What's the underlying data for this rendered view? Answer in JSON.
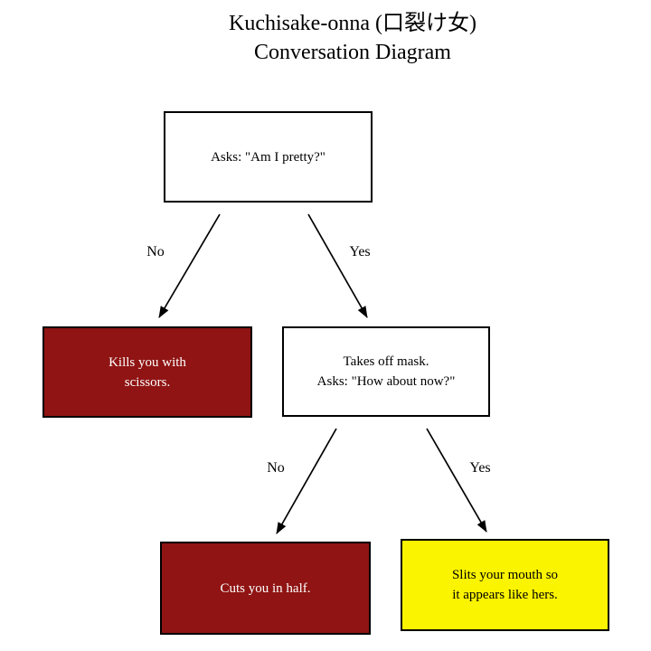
{
  "title": {
    "line1": "Kuchisake-onna (口裂け女)",
    "line2": "Conversation Diagram"
  },
  "nodes": {
    "ask_pretty": {
      "line1": "Asks: \"Am I pretty?\""
    },
    "kills_scissors": {
      "line1": "Kills you with",
      "line2": "scissors."
    },
    "takes_off_mask": {
      "line1": "Takes off mask.",
      "line2": "Asks: \"How about now?\""
    },
    "cuts_in_half": {
      "line1": "Cuts you in half."
    },
    "slits_mouth": {
      "line1": "Slits your mouth so",
      "line2": "it appears like hers."
    }
  },
  "edges": {
    "no1": "No",
    "yes1": "Yes",
    "no2": "No",
    "yes2": "Yes"
  },
  "colors": {
    "danger_bg": "#8F1413",
    "danger_text": "#FFFFFF",
    "warning_bg": "#FBF400",
    "neutral_bg": "#FFFFFF",
    "border": "#000000",
    "arrow": "#000000",
    "text": "#000000"
  }
}
